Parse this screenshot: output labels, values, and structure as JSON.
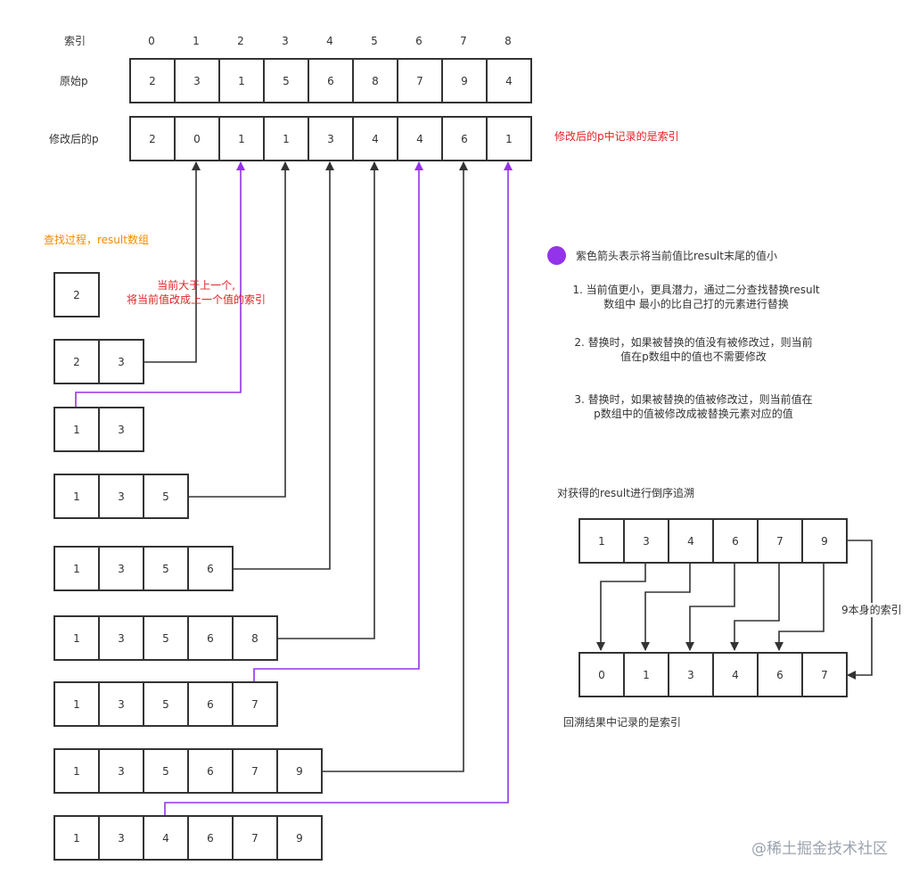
{
  "header": {
    "index_label": "索引",
    "original_label": "原始p",
    "modified_label": "修改后的p",
    "indices": [
      "0",
      "1",
      "2",
      "3",
      "4",
      "5",
      "6",
      "7",
      "8"
    ],
    "original_p": [
      "2",
      "3",
      "1",
      "5",
      "6",
      "8",
      "7",
      "9",
      "4"
    ],
    "modified_p": [
      "2",
      "0",
      "1",
      "1",
      "3",
      "4",
      "4",
      "6",
      "1"
    ],
    "modified_note": "修改后的p中记录的是索引"
  },
  "process": {
    "title": "查找过程，result数组",
    "annotation": "当前大于上一个,\n将当前值改成上一个值的索引",
    "rows": [
      [
        "2"
      ],
      [
        "2",
        "3"
      ],
      [
        "1",
        "3"
      ],
      [
        "1",
        "3",
        "5"
      ],
      [
        "1",
        "3",
        "5",
        "6"
      ],
      [
        "1",
        "3",
        "5",
        "6",
        "8"
      ],
      [
        "1",
        "3",
        "5",
        "6",
        "7"
      ],
      [
        "1",
        "3",
        "5",
        "6",
        "7",
        "9"
      ],
      [
        "1",
        "3",
        "4",
        "6",
        "7",
        "9"
      ]
    ]
  },
  "legend": {
    "purple_color": "#9333ea",
    "dark_color": "#333333",
    "purple_text": "紫色箭头表示将当前值比result末尾的值小",
    "rules": [
      "1. 当前值更小，更具潜力，通过二分查找替换result\n数组中 最小的比自己打的元素进行替换",
      "2. 替换时，如果被替换的值没有被修改过，则当前\n值在p数组中的值也不需要修改",
      "3. 替换时，如果被替换的值被修改过，则当前值在\np数组中的值被修改成被替换元素对应的值"
    ]
  },
  "backtrack": {
    "title": "对获得的result进行倒序追溯",
    "top": [
      "1",
      "3",
      "4",
      "6",
      "7",
      "9"
    ],
    "bottom": [
      "0",
      "1",
      "3",
      "4",
      "6",
      "7"
    ],
    "self_index_label": "9本身的索引",
    "footer": "回溯结果中记录的是索引"
  },
  "watermark": "@稀土掘金技术社区"
}
